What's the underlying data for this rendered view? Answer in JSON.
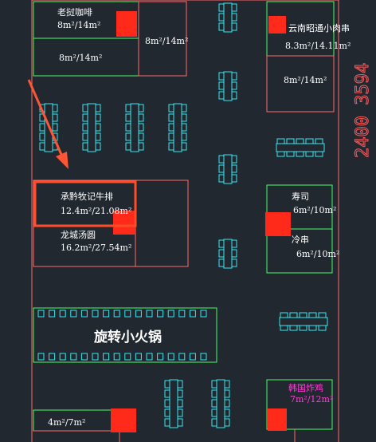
{
  "stalls": {
    "laojie": {
      "name": "老挝咖啡",
      "area": "8m²/14m²"
    },
    "laojie_lower": {
      "area": "8m²/14m²"
    },
    "center_top": {
      "area": "8m²/14m²"
    },
    "yunnan": {
      "name": "云南昭通小肉串",
      "area": "8.3m²/14.11m²"
    },
    "right_upper": {
      "area": "8m²/14m²"
    },
    "beef": {
      "name": "承黔牧记牛排",
      "area": "12.4m²/21.08m²"
    },
    "tangyuan": {
      "name": "龙城汤圆",
      "area": "16.2m²/27.54m²"
    },
    "sushi": {
      "name": "寿司",
      "area": "6m²/10m²"
    },
    "chuan": {
      "name": "冷串",
      "area": "6m²/10m²"
    },
    "hotpot": {
      "name": "旋转小火锅"
    },
    "korean": {
      "name": "韩国炸鸡",
      "area": "7m²/12m²"
    },
    "bottom_left": {
      "area": "4m²/7m²"
    }
  },
  "dimension": {
    "text": "2400 3594"
  },
  "colors": {
    "background": "#222830",
    "wall": "#ff6a6a",
    "stall_outline": "#45ff66",
    "table": "#36e8f0",
    "column": "#ff2a1a",
    "highlight": "#ff4d2a",
    "arrow": "#ff5535",
    "magenta_text": "#ff3fd8"
  }
}
